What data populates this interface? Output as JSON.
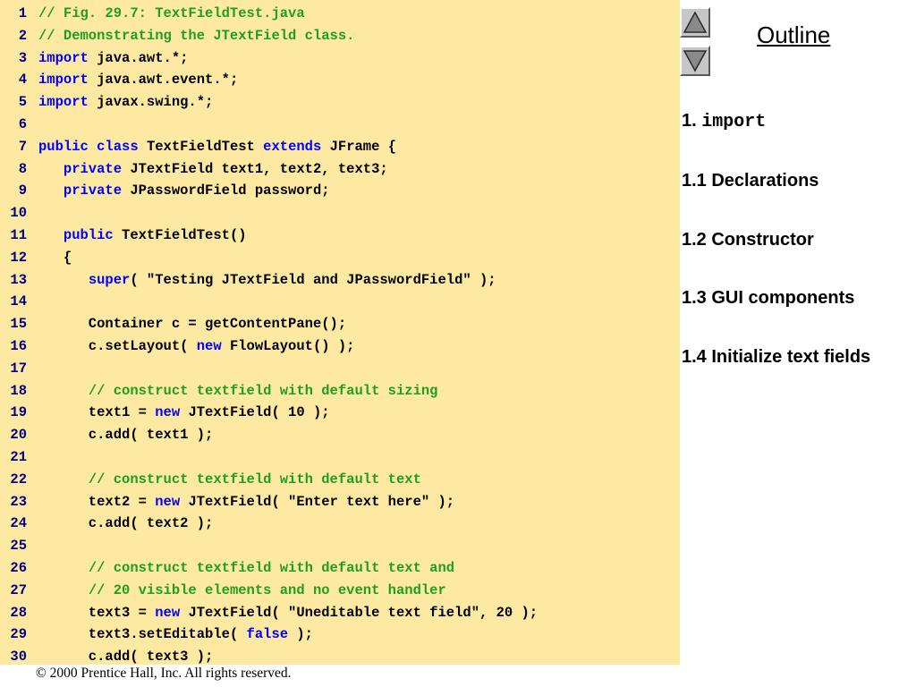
{
  "colors": {
    "code_background": "#fde9a2",
    "keyword": "#0000ff",
    "comment": "#1f9e1f",
    "line_number": "#00007f"
  },
  "code": {
    "lines": [
      [
        {
          "t": "// Fig. 29.7: TextFieldTest.java",
          "k": "comment"
        }
      ],
      [
        {
          "t": "// Demonstrating the JTextField class.",
          "k": "comment"
        }
      ],
      [
        {
          "t": "import",
          "k": "kw"
        },
        {
          "t": " java.awt.*;",
          "k": "plain"
        }
      ],
      [
        {
          "t": "import",
          "k": "kw"
        },
        {
          "t": " java.awt.event.*;",
          "k": "plain"
        }
      ],
      [
        {
          "t": "import",
          "k": "kw"
        },
        {
          "t": " javax.swing.*;",
          "k": "plain"
        }
      ],
      [],
      [
        {
          "t": "public",
          "k": "kw"
        },
        {
          "t": " ",
          "k": "plain"
        },
        {
          "t": "class",
          "k": "kw"
        },
        {
          "t": " TextFieldTest ",
          "k": "plain"
        },
        {
          "t": "extends",
          "k": "kw"
        },
        {
          "t": " JFrame {",
          "k": "plain"
        }
      ],
      [
        {
          "t": "   ",
          "k": "plain"
        },
        {
          "t": "private",
          "k": "kw"
        },
        {
          "t": " JTextField text1, text2, text3;",
          "k": "plain"
        }
      ],
      [
        {
          "t": "   ",
          "k": "plain"
        },
        {
          "t": "private",
          "k": "kw"
        },
        {
          "t": " JPasswordField password;",
          "k": "plain"
        }
      ],
      [],
      [
        {
          "t": "   ",
          "k": "plain"
        },
        {
          "t": "public",
          "k": "kw"
        },
        {
          "t": " TextFieldTest()",
          "k": "plain"
        }
      ],
      [
        {
          "t": "   {",
          "k": "plain"
        }
      ],
      [
        {
          "t": "      ",
          "k": "plain"
        },
        {
          "t": "super",
          "k": "kw"
        },
        {
          "t": "( \"Testing JTextField and JPasswordField\" );",
          "k": "plain"
        }
      ],
      [],
      [
        {
          "t": "      Container c = getContentPane();",
          "k": "plain"
        }
      ],
      [
        {
          "t": "      c.setLayout( ",
          "k": "plain"
        },
        {
          "t": "new",
          "k": "kw"
        },
        {
          "t": " FlowLayout() );",
          "k": "plain"
        }
      ],
      [],
      [
        {
          "t": "      ",
          "k": "plain"
        },
        {
          "t": "// construct textfield with default sizing",
          "k": "comment"
        }
      ],
      [
        {
          "t": "      text1 = ",
          "k": "plain"
        },
        {
          "t": "new",
          "k": "kw"
        },
        {
          "t": " JTextField( 10 );",
          "k": "plain"
        }
      ],
      [
        {
          "t": "      c.add( text1 );",
          "k": "plain"
        }
      ],
      [],
      [
        {
          "t": "      ",
          "k": "plain"
        },
        {
          "t": "// construct textfield with default text",
          "k": "comment"
        }
      ],
      [
        {
          "t": "      text2 = ",
          "k": "plain"
        },
        {
          "t": "new",
          "k": "kw"
        },
        {
          "t": " JTextField( \"Enter text here\" );",
          "k": "plain"
        }
      ],
      [
        {
          "t": "      c.add( text2 );",
          "k": "plain"
        }
      ],
      [],
      [
        {
          "t": "      ",
          "k": "plain"
        },
        {
          "t": "// construct textfield with default text and",
          "k": "comment"
        }
      ],
      [
        {
          "t": "      ",
          "k": "plain"
        },
        {
          "t": "// 20 visible elements and no event handler",
          "k": "comment"
        }
      ],
      [
        {
          "t": "      text3 = ",
          "k": "plain"
        },
        {
          "t": "new",
          "k": "kw"
        },
        {
          "t": " JTextField( \"Uneditable text field\", 20 );",
          "k": "plain"
        }
      ],
      [
        {
          "t": "      text3.setEditable( ",
          "k": "plain"
        },
        {
          "t": "false",
          "k": "kw"
        },
        {
          "t": " );",
          "k": "plain"
        }
      ],
      [
        {
          "t": "      c.add( text3 );",
          "k": "plain"
        }
      ]
    ]
  },
  "nav": {
    "up_icon": "triangle-up-icon",
    "down_icon": "triangle-down-icon"
  },
  "outline": {
    "title": "Outline",
    "items": [
      {
        "prefix": "1. ",
        "code": "import",
        "label": ""
      },
      {
        "prefix": "",
        "code": "",
        "label": "1.1 Declarations"
      },
      {
        "prefix": "",
        "code": "",
        "label": "1.2 Constructor"
      },
      {
        "prefix": "",
        "code": "",
        "label": "1.3 GUI components"
      },
      {
        "prefix": "",
        "code": "",
        "label": "1.4 Initialize text fields"
      }
    ]
  },
  "footer": {
    "text": "© 2000 Prentice Hall, Inc.  All rights reserved."
  }
}
